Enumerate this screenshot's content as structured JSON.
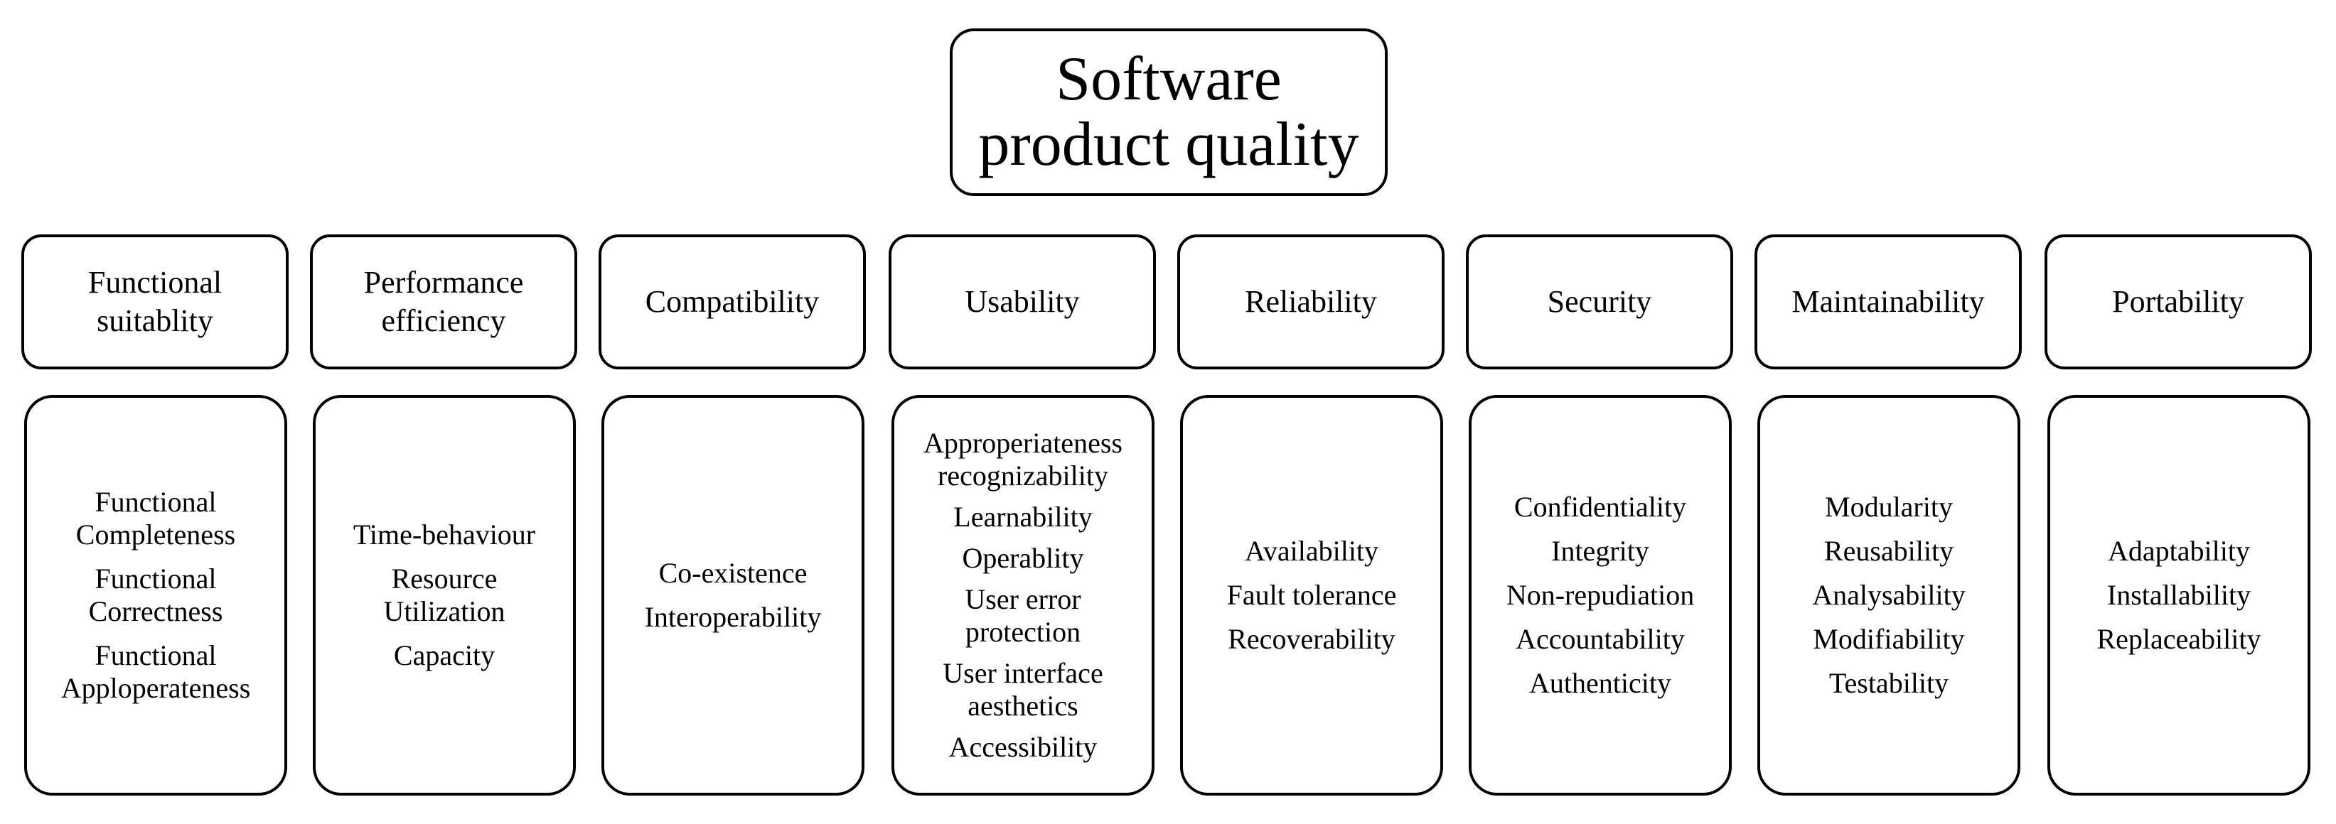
{
  "root": {
    "title": "Software\nproduct quality"
  },
  "categories": [
    {
      "label": "Functional\nsuitablity",
      "subs": [
        "Functional\nCompleteness",
        "Functional\nCorrectness",
        "Functional\nApploperateness"
      ]
    },
    {
      "label": "Performance\nefficiency",
      "subs": [
        "Time-behaviour",
        "Resource\nUtilization",
        "Capacity"
      ]
    },
    {
      "label": "Compatibility",
      "subs": [
        "Co-existence",
        "Interoperability"
      ]
    },
    {
      "label": "Usability",
      "subs": [
        "Approperiateness\nrecognizability",
        "Learnability",
        "Operablity",
        "User error\nprotection",
        "User interface\naesthetics",
        "Accessibility"
      ]
    },
    {
      "label": "Reliability",
      "subs": [
        "Availability",
        "Fault tolerance",
        "Recoverability"
      ]
    },
    {
      "label": "Security",
      "subs": [
        "Confidentiality",
        "Integrity",
        "Non-repudiation",
        "Accountability",
        "Authenticity"
      ]
    },
    {
      "label": "Maintainability",
      "subs": [
        "Modularity",
        "Reusability",
        "Analysability",
        "Modifiability",
        "Testability"
      ]
    },
    {
      "label": "Portability",
      "subs": [
        "Adaptability",
        "Installability",
        "Replaceability"
      ]
    }
  ]
}
